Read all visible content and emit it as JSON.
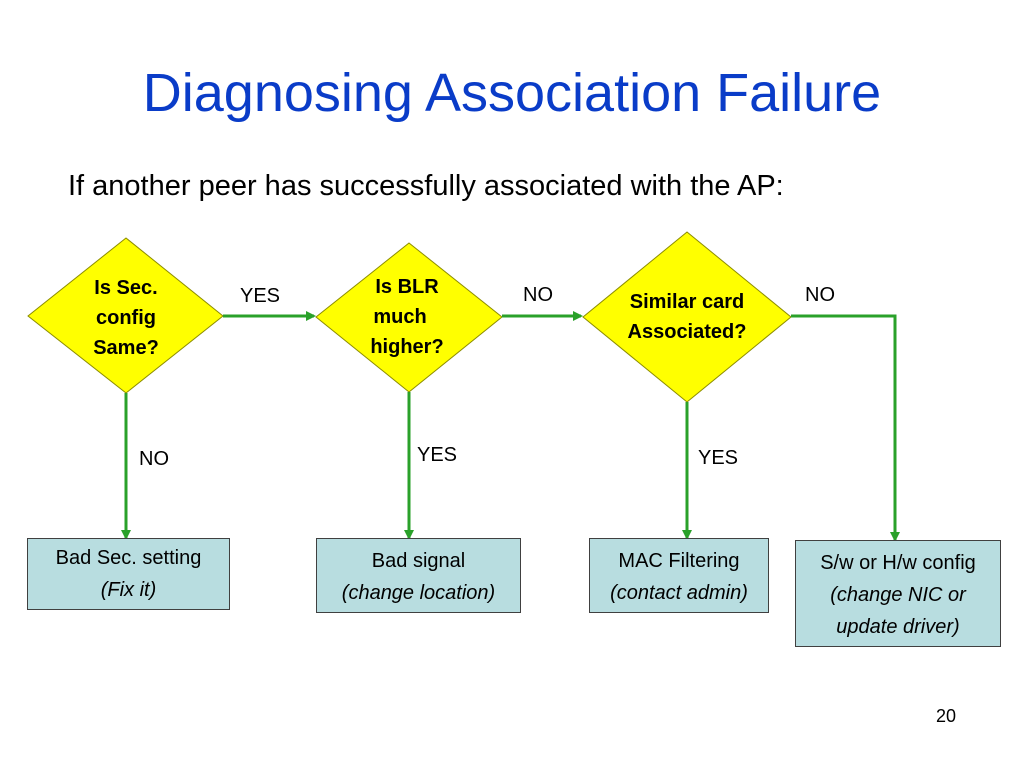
{
  "title": "Diagnosing Association Failure",
  "subtitle": "If another peer has successfully associated with the AP:",
  "page_number": "20",
  "colors": {
    "title": "#0a3cc8",
    "diamond_fill": "#ffff00",
    "arrow": "#2aa12a",
    "box_fill": "#b8dde0"
  },
  "decisions": [
    {
      "id": "sec-config",
      "lines": [
        "Is Sec.",
        "config",
        "Same?"
      ]
    },
    {
      "id": "blr",
      "lines": [
        "Is BLR",
        "much",
        "higher?"
      ]
    },
    {
      "id": "similar-card",
      "lines": [
        "Similar card",
        "Associated?"
      ]
    }
  ],
  "edges": {
    "sec_to_blr": "YES",
    "blr_to_similar": "NO",
    "similar_to_config": "NO",
    "sec_down": "NO",
    "blr_down": "YES",
    "similar_down": "YES"
  },
  "outcomes": [
    {
      "id": "bad-sec",
      "title": "Bad Sec. setting",
      "action": "(Fix it)"
    },
    {
      "id": "bad-signal",
      "title": "Bad signal",
      "action": "(change location)"
    },
    {
      "id": "mac-filter",
      "title": "MAC Filtering",
      "action": "(contact admin)"
    },
    {
      "id": "config",
      "title": "S/w or H/w config",
      "action": "(change NIC or update driver)"
    }
  ]
}
